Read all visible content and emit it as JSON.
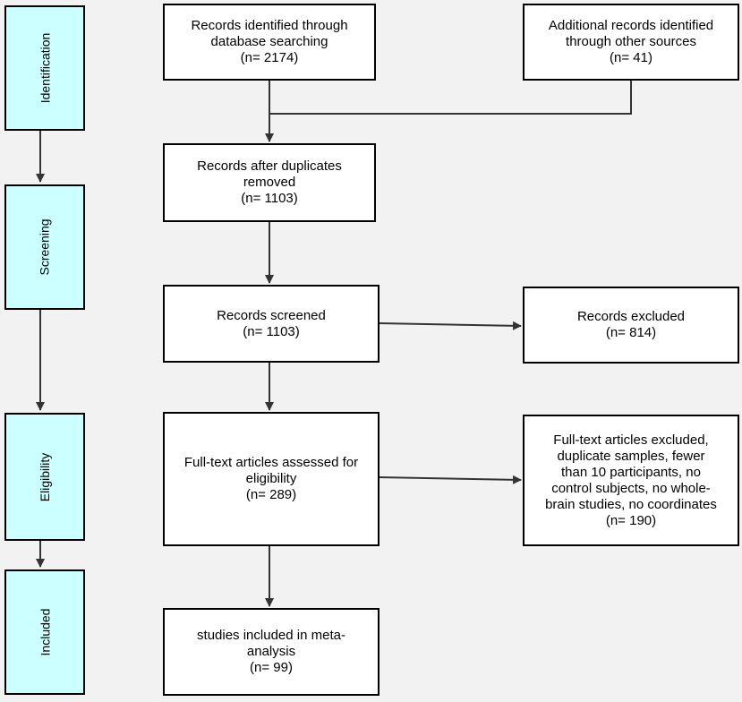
{
  "stages": {
    "identification": "Identification",
    "screening": "Screening",
    "eligibility": "Eligibility",
    "included": "Included"
  },
  "boxes": {
    "database_search": {
      "line1": "Records identified through",
      "line2": "database searching",
      "count": "(n= 2174)"
    },
    "other_sources": {
      "line1": "Additional records identified",
      "line2": "through other sources",
      "count": "(n= 41)"
    },
    "after_duplicates": {
      "line1": "Records after duplicates",
      "line2": "removed",
      "count": "(n= 1103)"
    },
    "screened": {
      "line1": "Records screened",
      "count": "(n= 1103)"
    },
    "excluded": {
      "line1": "Records excluded",
      "count": "(n= 814)"
    },
    "full_text_assessed": {
      "line1": "Full-text articles assessed for",
      "line2": "eligibility",
      "count": "(n= 289)"
    },
    "full_text_excluded": {
      "line1": "Full-text articles excluded,",
      "line2": "duplicate samples, fewer",
      "line3": "than 10 participants, no",
      "line4": "control subjects, no whole-",
      "line5": "brain studies, no coordinates",
      "count": "(n= 190)"
    },
    "included_studies": {
      "line1": "studies included in meta-",
      "line2": "analysis",
      "count": "(n= 99)"
    }
  }
}
